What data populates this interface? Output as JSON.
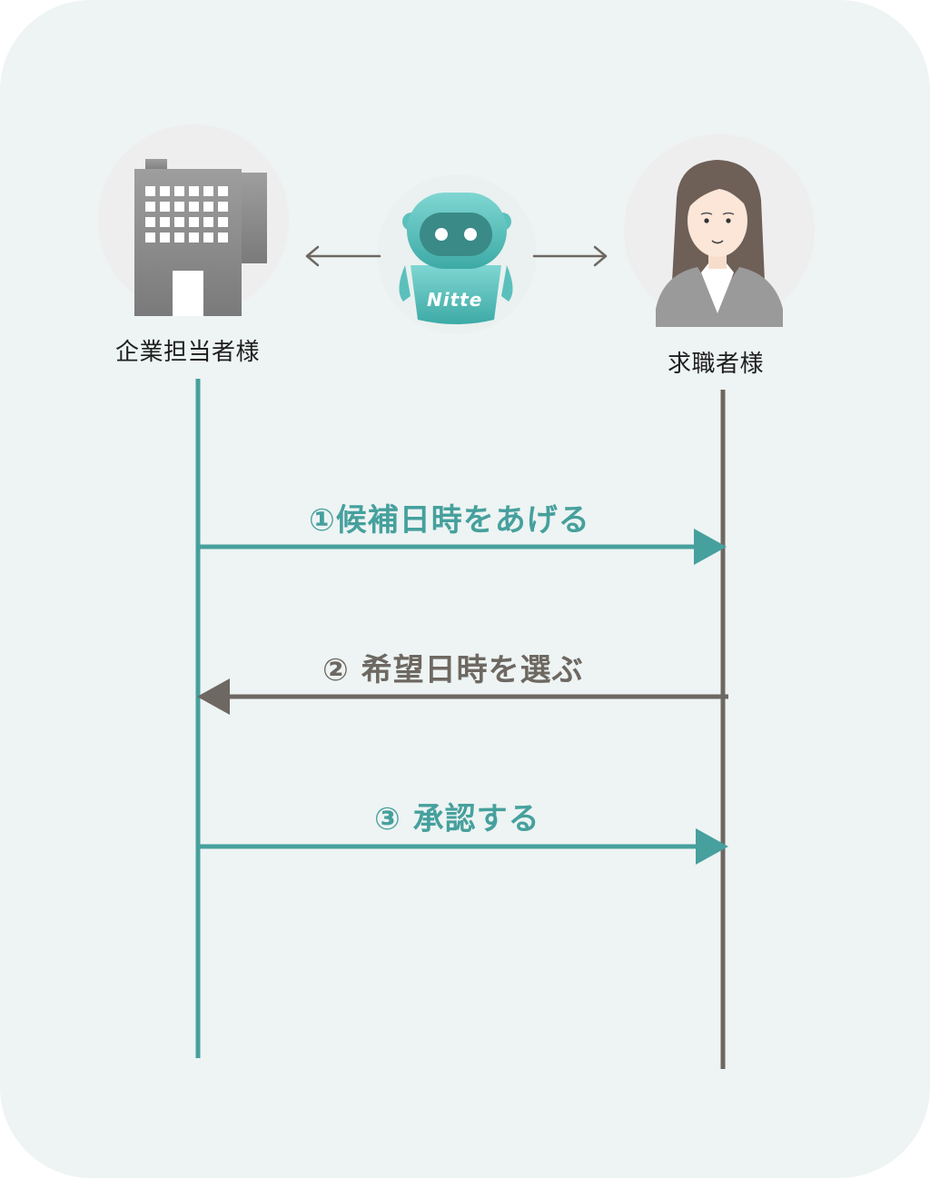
{
  "actors": {
    "company": {
      "label": "企業担当者様",
      "icon": "office-building-icon"
    },
    "bot": {
      "label": "Nitte",
      "icon": "robot-icon"
    },
    "candidate": {
      "label": "求職者様",
      "icon": "businesswoman-icon"
    }
  },
  "messages": [
    {
      "label": "①候補日時をあげる",
      "from": "company",
      "to": "candidate",
      "color": "#46a09d"
    },
    {
      "label": "② 希望日時を選ぶ",
      "from": "candidate",
      "to": "company",
      "color": "#6e6862"
    },
    {
      "label": "③ 承認する",
      "from": "company",
      "to": "candidate",
      "color": "#46a09d"
    }
  ],
  "colors": {
    "background": "#edf4f3",
    "teal": "#46a09d",
    "gray": "#6e6862",
    "building": "#8c8c8c",
    "robot": "#5bc0bc"
  }
}
